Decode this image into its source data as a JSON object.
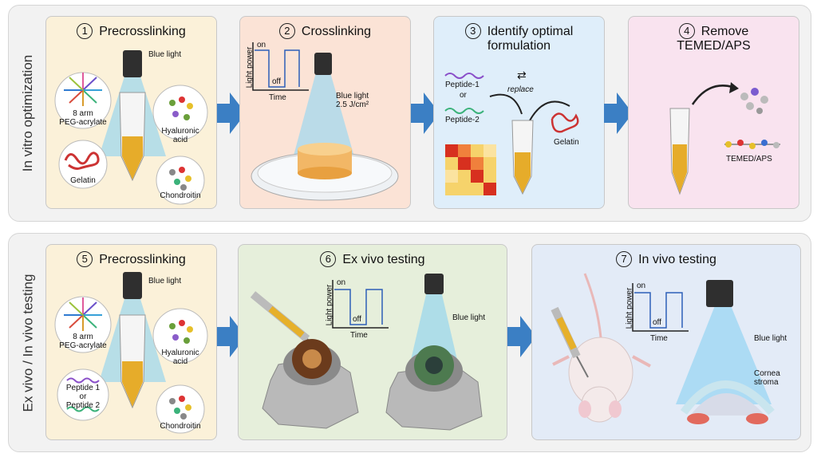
{
  "rows": [
    {
      "label": "In vitro optimization"
    },
    {
      "label": "Ex vivo / In vivo testing"
    }
  ],
  "panels": [
    {
      "number": "1",
      "title": "Precrosslinking",
      "color": "#fbf1d9",
      "labels": {
        "light": "Blue light",
        "peg": "8 arm\nPEG-acrylate",
        "ha": "Hyaluronic\nacid",
        "gelatin": "Gelatin",
        "chondroitin": "Chondroitin"
      }
    },
    {
      "number": "2",
      "title": "Crosslinking",
      "color": "#fbe3d6",
      "labels": {
        "ylabel": "Light power",
        "on": "on",
        "off": "off",
        "time": "Time",
        "light": "Blue light\n2.5 J/cm²"
      }
    },
    {
      "number": "3",
      "title": "Identify optimal\nformulation",
      "color": "#dfeefa",
      "labels": {
        "peptide1": "Peptide-1",
        "or": "or",
        "peptide2": "Peptide-2",
        "replace": "replace",
        "gelatin": "Gelatin"
      }
    },
    {
      "number": "4",
      "title": "Remove\nTEMED/APS",
      "color": "#f9e3ef",
      "labels": {
        "temed": "TEMED/APS"
      }
    },
    {
      "number": "5",
      "title": "Precrosslinking",
      "color": "#fbf1d9",
      "labels": {
        "light": "Blue light",
        "peg": "8 arm\nPEG-acrylate",
        "ha": "Hyaluronic\nacid",
        "peptides": "Peptide 1\nor\nPeptide 2",
        "chondroitin": "Chondroitin"
      }
    },
    {
      "number": "6",
      "title": "Ex vivo testing",
      "color": "#e6efdb",
      "labels": {
        "ylabel": "Light power",
        "on": "on",
        "off": "off",
        "time": "Time",
        "light": "Blue light"
      }
    },
    {
      "number": "7",
      "title": "In vivo testing",
      "color": "#e3ebf7",
      "labels": {
        "ylabel": "Light power",
        "on": "on",
        "off": "off",
        "time": "Time",
        "light": "Blue light",
        "cornea": "Cornea\nstroma"
      }
    }
  ],
  "colors": {
    "arrow": "#3b7fc4",
    "beam": "#5fb8ec",
    "lamp": "#333333",
    "gel": "#e6ac2a"
  }
}
